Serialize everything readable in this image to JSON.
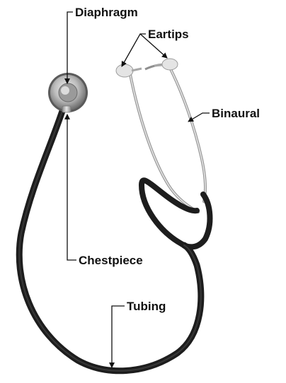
{
  "labels": {
    "diaphragm": "Diaphragm",
    "eartips": "Eartips",
    "binaural": "Binaural",
    "chestpiece": "Chestpiece",
    "tubing": "Tubing"
  },
  "colors": {
    "tubing": "#1d1d1d",
    "metal": "#b5b5b5",
    "eartip": "#e2e2e2",
    "text": "#111111"
  }
}
